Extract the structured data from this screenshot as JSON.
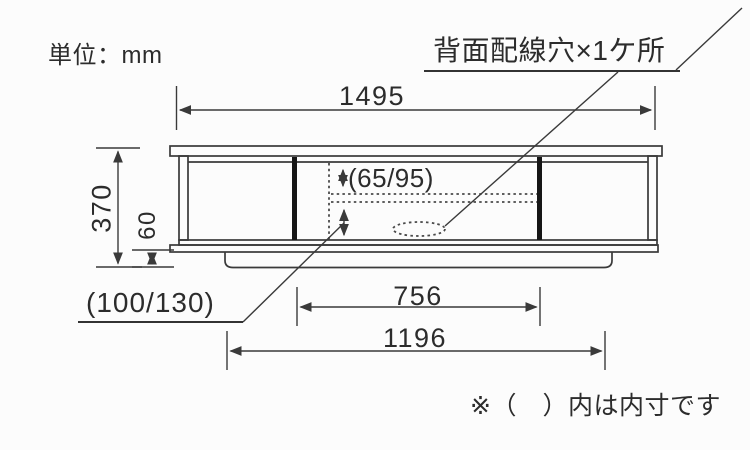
{
  "meta": {
    "background": "#fcfcfc",
    "line_color": "#3a3a3a",
    "text_color": "#2c2c2c",
    "drawing_type": "tv-board-dimension-diagram"
  },
  "unit_label": "単位：mm",
  "callout": {
    "back_wiring_hole": "背面配線穴×1ケ所"
  },
  "note": "※（　）内は内寸です",
  "dimensions": {
    "overall_width": "1495",
    "overall_height": "370",
    "base_height": "60",
    "inner_upper_height": "(65/95)",
    "inner_lower_height": "(100/130)",
    "inner_center_width": "756",
    "base_width": "1196"
  }
}
